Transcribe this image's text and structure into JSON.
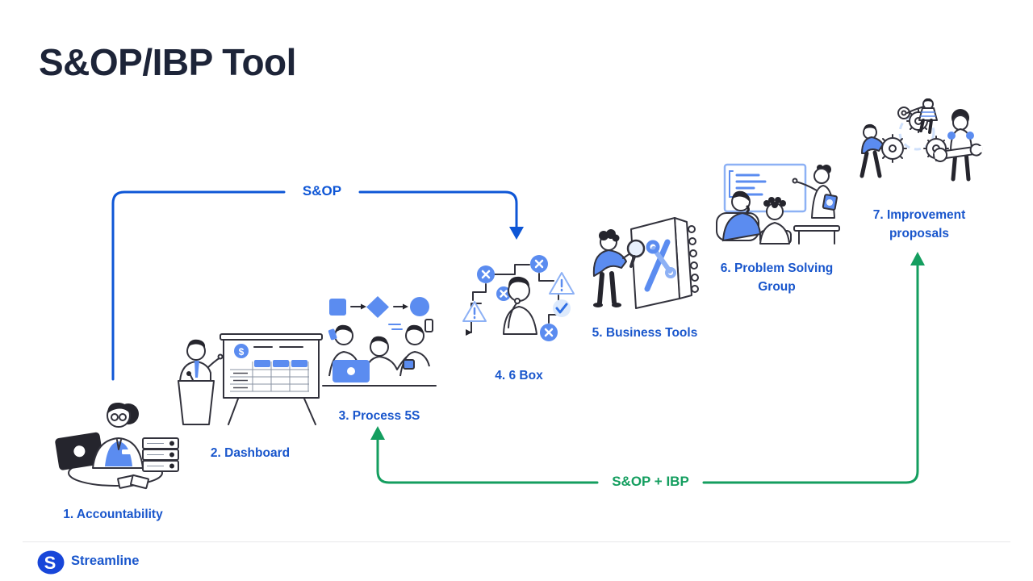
{
  "header": {
    "title": "S&OP/IBP Tool"
  },
  "steps": [
    {
      "label": "1. Accountability",
      "illustration": "person-at-desk-with-laptop-and-binders"
    },
    {
      "label": "2. Dashboard",
      "illustration": "presenter-at-podium-with-flipchart-table"
    },
    {
      "label": "3. Process 5S",
      "illustration": "team-with-phones-laptop-and-flowchart-shapes"
    },
    {
      "label": "4. 6 Box",
      "illustration": "thinking-person-with-decision-tree"
    },
    {
      "label": "5. Business Tools",
      "illustration": "person-with-magnifier-and-tool-book"
    },
    {
      "label": "6. Problem Solving Group",
      "illustration": "team-discussion-at-whiteboard"
    },
    {
      "label": "7. Improvement proposals",
      "illustration": "people-with-gears-and-big-wrench"
    }
  ],
  "arrows": {
    "sop": {
      "label": "S&OP",
      "color": "#0e56d6"
    },
    "sop_ibp": {
      "label": "S&OP + IBP",
      "color": "#149e5f"
    }
  },
  "footer": {
    "brand": "Streamline",
    "logo_letter": "S"
  },
  "colors": {
    "title": "#1d2438",
    "step_label_blue": "#1956cc",
    "arrow_blue": "#0e56d6",
    "arrow_green": "#149e5f",
    "illustration_blue": "#5b8cf0",
    "logo_blue": "#1846d9"
  }
}
